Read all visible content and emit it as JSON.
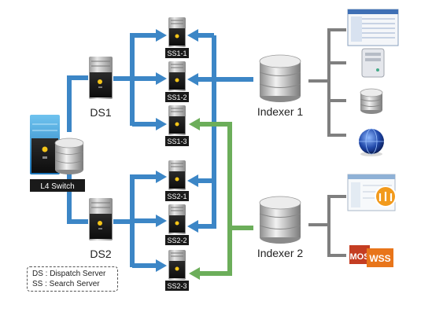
{
  "switch": {
    "label": "L4 Switch"
  },
  "dispatch": [
    {
      "label": "DS1"
    },
    {
      "label": "DS2"
    }
  ],
  "search_servers": [
    "SS1-1",
    "SS1-2",
    "SS1-3",
    "SS2-1",
    "SS2-2",
    "SS2-3"
  ],
  "indexers": [
    {
      "label": "Indexer 1"
    },
    {
      "label": "Indexer 2"
    }
  ],
  "logos": {
    "mos": "MOS",
    "wss": "WSS"
  },
  "legend": {
    "ds": "DS : Dispatch Server",
    "ss": "SS : Search Server"
  },
  "colors": {
    "blue_arrow": "#3c86c6",
    "green_arrow": "#6cae5a",
    "tree_line": "#7f7f7f"
  }
}
